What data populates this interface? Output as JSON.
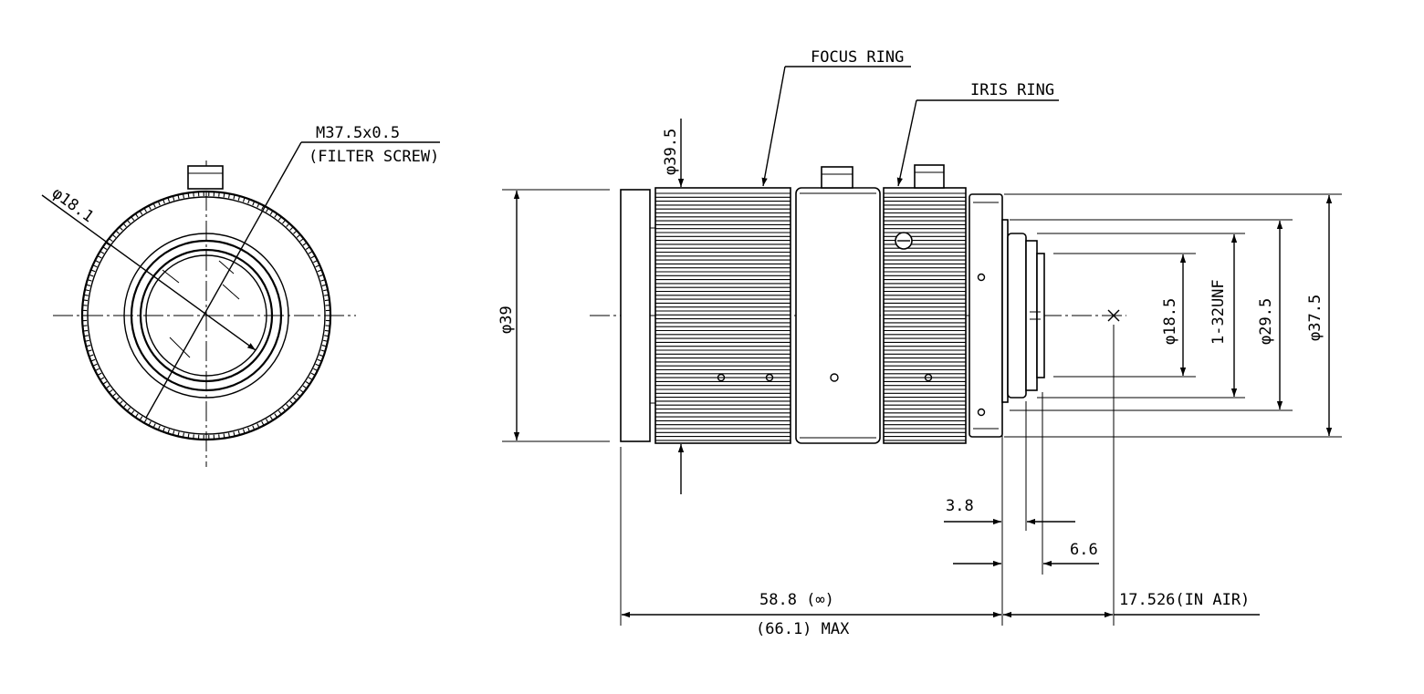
{
  "labels": {
    "filter_thread": "M37.5x0.5",
    "filter_screw": "(FILTER SCREW)",
    "front_bore": "φ18.1",
    "focus_ring": "FOCUS RING",
    "iris_ring": "IRIS RING",
    "focus_ring_dia": "φ39.5",
    "front_dia": "φ39",
    "mount_inner_dia": "φ18.5",
    "mount_thread": "1-32UNF",
    "mount_flange_dia": "φ29.5",
    "rear_dia": "φ37.5",
    "dim_3_8": "3.8",
    "dim_6_6": "6.6",
    "length_inf": "58.8 (∞)",
    "length_max": "(66.1) MAX",
    "flange_back": "17.526(IN AIR)"
  }
}
